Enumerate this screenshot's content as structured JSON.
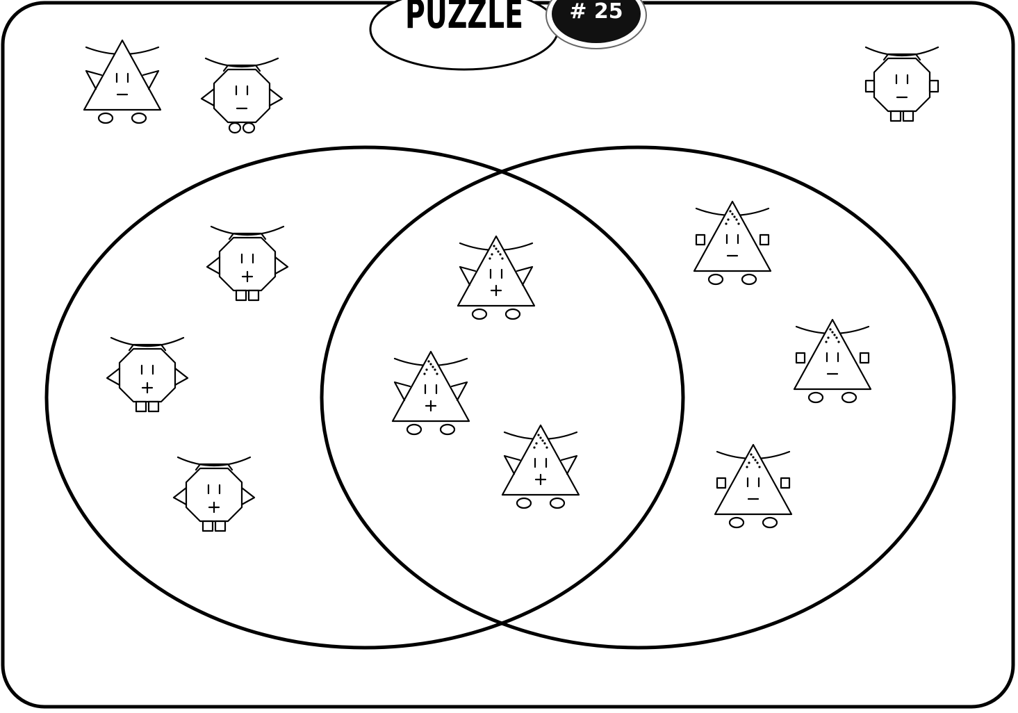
{
  "header": {
    "title": "PUZZLE",
    "badge": "# 25"
  },
  "colors": {
    "ink": "#000000",
    "paper": "#ffffff",
    "badge_fill": "#111111",
    "badge_text": "#ffffff"
  },
  "venn": {
    "left_region_label": "",
    "right_region_label": ""
  },
  "creatures": [
    {
      "shape": "triangle",
      "region": "outside",
      "hat": "plain",
      "mouth": "minus",
      "ears": "pointed",
      "feet": "round"
    },
    {
      "shape": "octagon",
      "region": "outside",
      "hat": "plain",
      "mouth": "minus",
      "ears": "pointed",
      "feet": "round"
    },
    {
      "shape": "octagon",
      "region": "outside",
      "hat": "plain",
      "mouth": "minus",
      "ears": "square",
      "feet": "square"
    },
    {
      "shape": "octagon",
      "region": "left-only",
      "hat": "plain",
      "mouth": "plus",
      "ears": "pointed",
      "feet": "square"
    },
    {
      "shape": "octagon",
      "region": "left-only",
      "hat": "plain",
      "mouth": "plus",
      "ears": "pointed",
      "feet": "square"
    },
    {
      "shape": "octagon",
      "region": "left-only",
      "hat": "plain",
      "mouth": "plus",
      "ears": "pointed",
      "feet": "square"
    },
    {
      "shape": "triangle",
      "region": "both",
      "hat": "dotted",
      "mouth": "plus",
      "ears": "pointed",
      "feet": "round"
    },
    {
      "shape": "triangle",
      "region": "both",
      "hat": "dotted",
      "mouth": "plus",
      "ears": "pointed",
      "feet": "round"
    },
    {
      "shape": "triangle",
      "region": "both",
      "hat": "dotted",
      "mouth": "plus",
      "ears": "pointed",
      "feet": "round"
    },
    {
      "shape": "triangle",
      "region": "right-only",
      "hat": "dotted",
      "mouth": "minus",
      "ears": "square",
      "feet": "round"
    },
    {
      "shape": "triangle",
      "region": "right-only",
      "hat": "dotted",
      "mouth": "minus",
      "ears": "square",
      "feet": "round"
    },
    {
      "shape": "triangle",
      "region": "right-only",
      "hat": "dotted",
      "mouth": "minus",
      "ears": "square",
      "feet": "round"
    }
  ]
}
